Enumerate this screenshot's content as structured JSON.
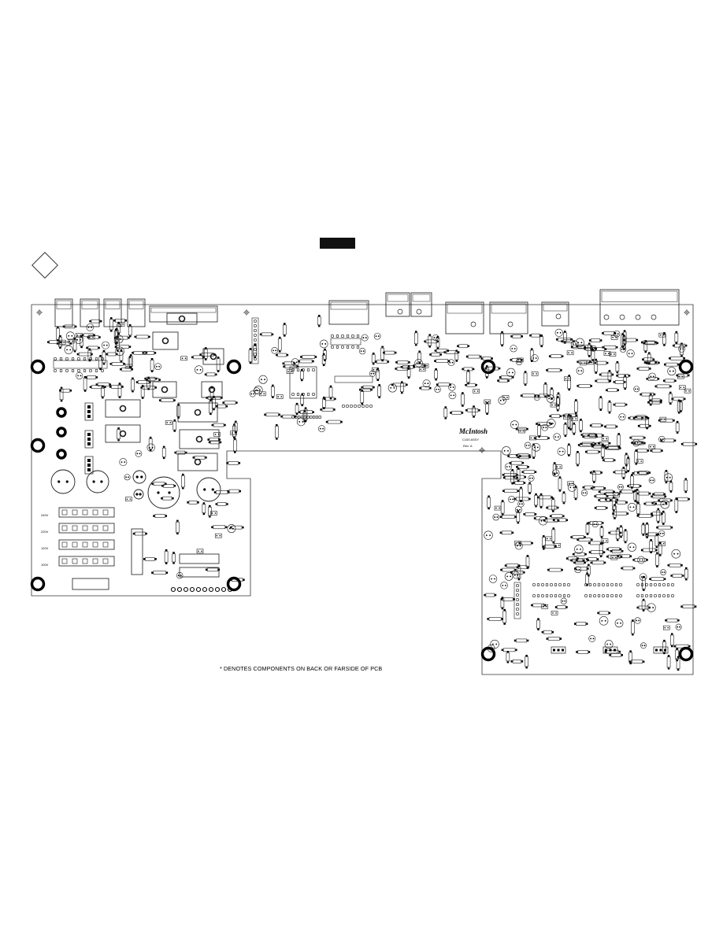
{
  "note": "* DENOTES COMPONENTS ON BACK OR FARSIDE OF PCB",
  "maker": {
    "logo_text": "McIntosh",
    "line1": "C100 ASSY",
    "line2": "Rev. A"
  },
  "left_labels": [
    "240V",
    "220V",
    "120V",
    "100V"
  ],
  "colors": {
    "ink": "#1a1a1a",
    "pad": "#000000",
    "background": "#ffffff"
  },
  "icons": [
    "mounting-hole-icon",
    "fiducial-icon",
    "diamond-marker-icon"
  ]
}
